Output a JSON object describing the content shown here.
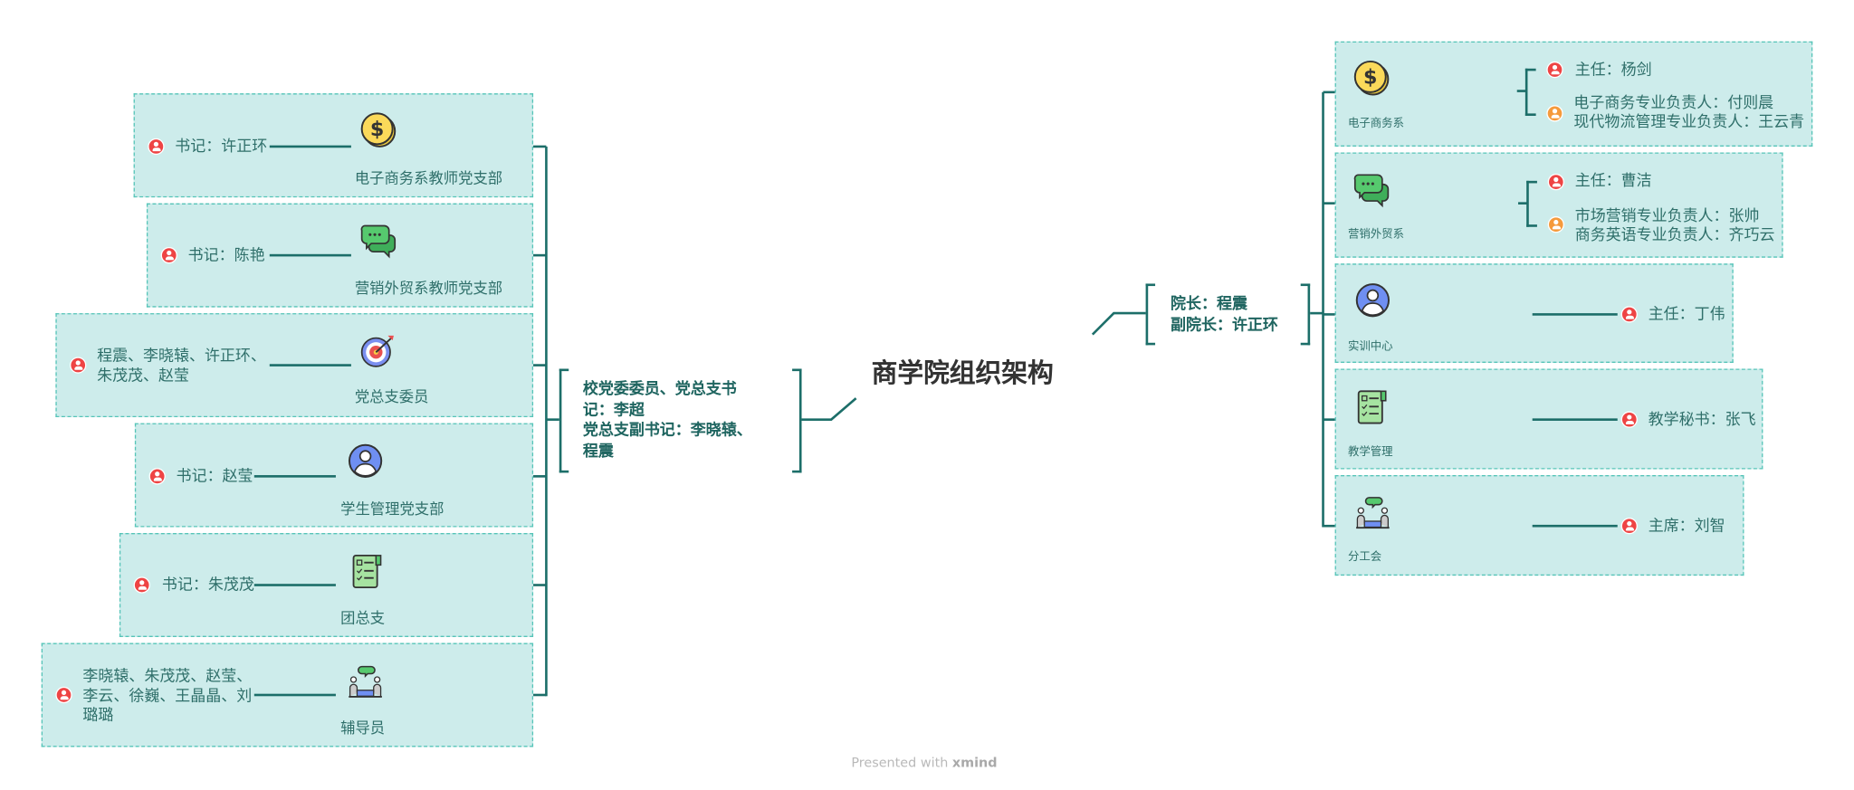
{
  "title": "商学院组织架构",
  "left_center": {
    "lines": [
      "校党委委员、党总支书",
      "记：李超",
      "党总支副书记：李晓辕、",
      "程震"
    ]
  },
  "left_branches": [
    {
      "name": "电子商务系教师党支部",
      "icon": "coin-icon",
      "members": [
        "书记：许正环"
      ]
    },
    {
      "name": "营销外贸系教师党支部",
      "icon": "chat-bubbles-icon",
      "members": [
        "书记：陈艳"
      ]
    },
    {
      "name": "党总支委员",
      "icon": "target-icon",
      "members": [
        "程震、李晓辕、许正环、",
        "朱茂茂、赵莹"
      ]
    },
    {
      "name": "学生管理党支部",
      "icon": "user-circle-icon",
      "members": [
        "书记：赵莹"
      ]
    },
    {
      "name": "团总支",
      "icon": "checklist-icon",
      "members": [
        "书记：朱茂茂"
      ]
    },
    {
      "name": "辅导员",
      "icon": "meeting-icon",
      "members": [
        "李晓辕、朱茂茂、赵莹、",
        "李云、徐巍、王晶晶、刘",
        "璐璐"
      ]
    }
  ],
  "right_center": {
    "lines": [
      "院长：程震",
      "副院长：许正环"
    ]
  },
  "right_branches": [
    {
      "name": "电子商务系",
      "icon": "coin-icon",
      "items": [
        {
          "lines": [
            "主任：杨剑"
          ],
          "pin": "red"
        },
        {
          "lines": [
            "电子商务专业负责人：付则晨",
            "现代物流管理专业负责人：王云青"
          ],
          "pin": "orange"
        }
      ]
    },
    {
      "name": "营销外贸系",
      "icon": "chat-bubbles-icon",
      "items": [
        {
          "lines": [
            "主任：曹洁"
          ],
          "pin": "red"
        },
        {
          "lines": [
            "市场营销专业负责人：张帅",
            "商务英语专业负责人：齐巧云"
          ],
          "pin": "orange"
        }
      ]
    },
    {
      "name": "实训中心",
      "icon": "user-circle-icon",
      "items": [
        {
          "lines": [
            "主任：丁伟"
          ],
          "pin": "red"
        }
      ]
    },
    {
      "name": "教学管理",
      "icon": "checklist-icon",
      "items": [
        {
          "lines": [
            "教学秘书：张飞"
          ],
          "pin": "red"
        }
      ]
    },
    {
      "name": "分工会",
      "icon": "meeting-icon",
      "items": [
        {
          "lines": [
            "主席：刘智"
          ],
          "pin": "red"
        }
      ]
    }
  ],
  "footer": {
    "prefix": "Presented with",
    "brand": "xmind"
  },
  "colors": {
    "box_bg": "#cdeceb",
    "box_border": "#56c4b8",
    "line": "#1c6e69",
    "text": "#2f6f6a"
  }
}
